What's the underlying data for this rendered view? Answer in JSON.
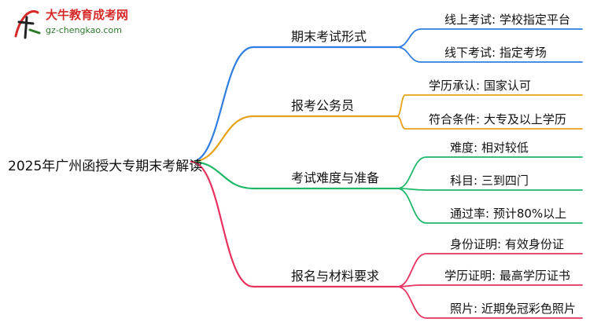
{
  "logo": {
    "title": "大牛教育成考网",
    "url": "gz-chengkao.com"
  },
  "root": {
    "label": "2025年广州函授大专期末考解读"
  },
  "branches": [
    {
      "label": "期末考试形式",
      "color": "#2f7de1",
      "leaves": [
        "线上考试: 学校指定平台",
        "线下考试: 指定考场"
      ]
    },
    {
      "label": "报考公务员",
      "color": "#e7a21b",
      "leaves": [
        "学历承认: 国家认可",
        "符合条件: 大专及以上学历"
      ]
    },
    {
      "label": "考试难度与准备",
      "color": "#1fb86a",
      "leaves": [
        "难度: 相对较低",
        "科目: 三到四门",
        "通过率: 预计80%以上"
      ]
    },
    {
      "label": "报名与材料要求",
      "color": "#e8325f",
      "leaves": [
        "身份证明: 有效身份证",
        "学历证明: 最高学历证书",
        "照片: 近期免冠彩色照片"
      ]
    }
  ]
}
